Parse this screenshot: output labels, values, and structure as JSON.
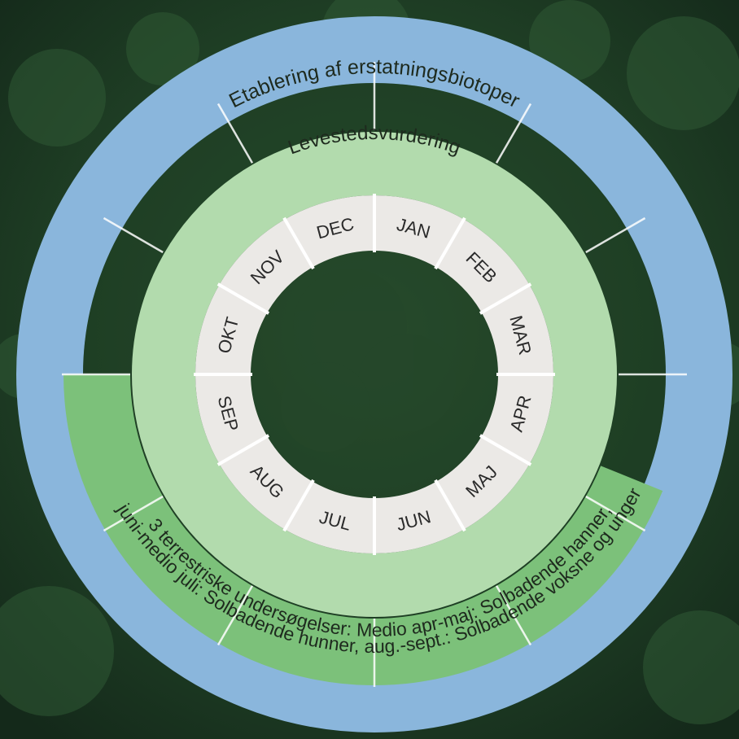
{
  "outer_ring": {
    "label": "Etablering af erstatningsbiotoper",
    "color": "#8ab6dc"
  },
  "middle_ring": {
    "label": "Levestedsvurdering",
    "color": "#b2dbad"
  },
  "survey_band": {
    "line1": "3 terrestriske undersøgelser: Medio apr-maj: Solbadende hanner,",
    "line2": "juni-medio juli: Solbadende hunner, aug.-sept.: Solbadende voksne og unger",
    "color": "#7cc17a"
  },
  "months": [
    "JAN",
    "FEB",
    "MAR",
    "APR",
    "MAJ",
    "JUN",
    "JUL",
    "AUG",
    "SEP",
    "OKT",
    "NOV",
    "DEC"
  ],
  "inner_ring_color": "#ebe9e6"
}
